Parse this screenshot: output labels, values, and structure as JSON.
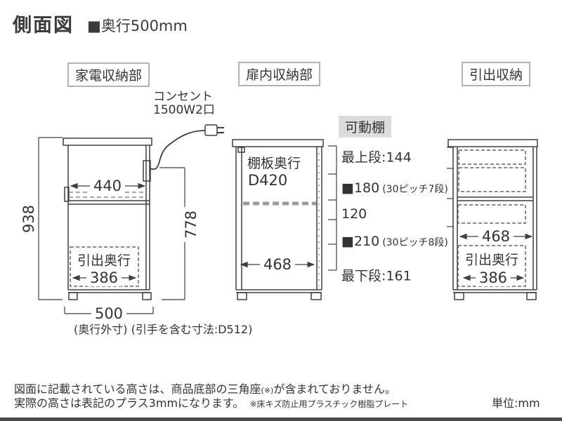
{
  "title": "側面図",
  "subtitle": "■奥行500mm",
  "unit_label": "単位:mm",
  "sections": {
    "left": {
      "label": "家電収納部"
    },
    "middle": {
      "label": "扉内収納部"
    },
    "right": {
      "label": "引出収納"
    }
  },
  "outlet": {
    "line1": "コンセント",
    "line2": "1500W2口"
  },
  "movable_shelf_label": "可動棚",
  "left_cabinet": {
    "height_total": "938",
    "height_inner": "778",
    "top_depth": "440",
    "drawer_label": "引出奥行",
    "drawer_depth": "386",
    "base_depth": "500",
    "base_note": "(奥行外寸) (引手を含む寸法:D512)"
  },
  "middle_cabinet": {
    "shelf_label_line1": "棚板奥行",
    "shelf_label_line2": "D420",
    "inner_depth": "468",
    "rows": [
      {
        "main": "最上段:144",
        "sub": ""
      },
      {
        "main": "■180",
        "sub": "(30ピッチ7段)"
      },
      {
        "main": "120",
        "sub": ""
      },
      {
        "main": "■210",
        "sub": "(30ピッチ8段)"
      },
      {
        "main": "最下段:161",
        "sub": ""
      }
    ]
  },
  "right_cabinet": {
    "inner_depth": "468",
    "drawer_label": "引出奥行",
    "drawer_depth": "386"
  },
  "notes": {
    "line1_a": "図面に記載されている高さは、商品底部の三角座",
    "line1_small": "(※)",
    "line1_b": "が含まれておりません。",
    "line2": "実際の高さは表記のプラス3mmになります。",
    "line2_small": "※床キズ防止用プラスチック樹脂プレート"
  },
  "colors": {
    "line": "#3f3f3f",
    "text": "#333333",
    "label_border": "#b2b2b2",
    "shelf_tag_bg": "#dcdcdc",
    "footer_bar": "#4c4c4c"
  }
}
